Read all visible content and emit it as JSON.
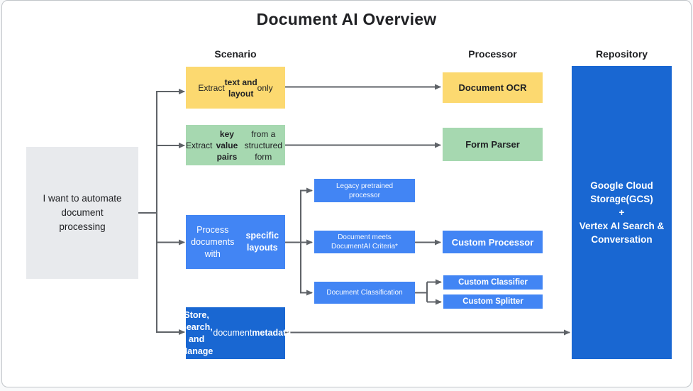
{
  "title": "Document AI Overview",
  "columns": {
    "scenario": "Scenario",
    "processor": "Processor",
    "repository": "Repository"
  },
  "start": {
    "label": "I want to automate\ndocument\nprocessing"
  },
  "scenarios": {
    "extract_text_layout": {
      "rich": [
        {
          "t": "Extract "
        },
        {
          "t": "text and\nlayout",
          "b": 1
        },
        {
          "t": " only"
        }
      ]
    },
    "extract_key_value": {
      "rich": [
        {
          "t": "Extract "
        },
        {
          "t": "key value\npairs",
          "b": 1
        },
        {
          "t": " from a\nstructured form"
        }
      ]
    },
    "specific_layouts": {
      "rich": [
        {
          "t": "Process documents\nwith "
        },
        {
          "t": "specific layouts",
          "b": 1
        }
      ]
    },
    "store_search_manage": {
      "rich": [
        {
          "t": "Store, Search, and\nManage",
          "b": 1
        },
        {
          "t": " document\n"
        },
        {
          "t": "metadata",
          "b": 1
        }
      ]
    }
  },
  "branches": {
    "legacy": {
      "label": "Legacy pretrained\nprocessor"
    },
    "criteria": {
      "label": "Document meets\nDocumentAI Criteria*"
    },
    "classification": {
      "label": "Document Classification"
    }
  },
  "processors": {
    "document_ocr": {
      "label": "Document OCR"
    },
    "form_parser": {
      "label": "Form Parser"
    },
    "custom_processor": {
      "label": "Custom Processor"
    },
    "custom_classifier": {
      "label": "Custom Classifier"
    },
    "custom_splitter": {
      "label": "Custom Splitter"
    }
  },
  "repository_node": {
    "label": "Google Cloud\nStorage(GCS)\n+\nVertex AI Search &\nConversation"
  },
  "colors": {
    "yellow": "#FCD970",
    "green": "#A6D8B0",
    "blue": "#4285F4",
    "dark_blue": "#1967D2",
    "gray": "#E8EAED",
    "arrow": "#5F6368"
  }
}
